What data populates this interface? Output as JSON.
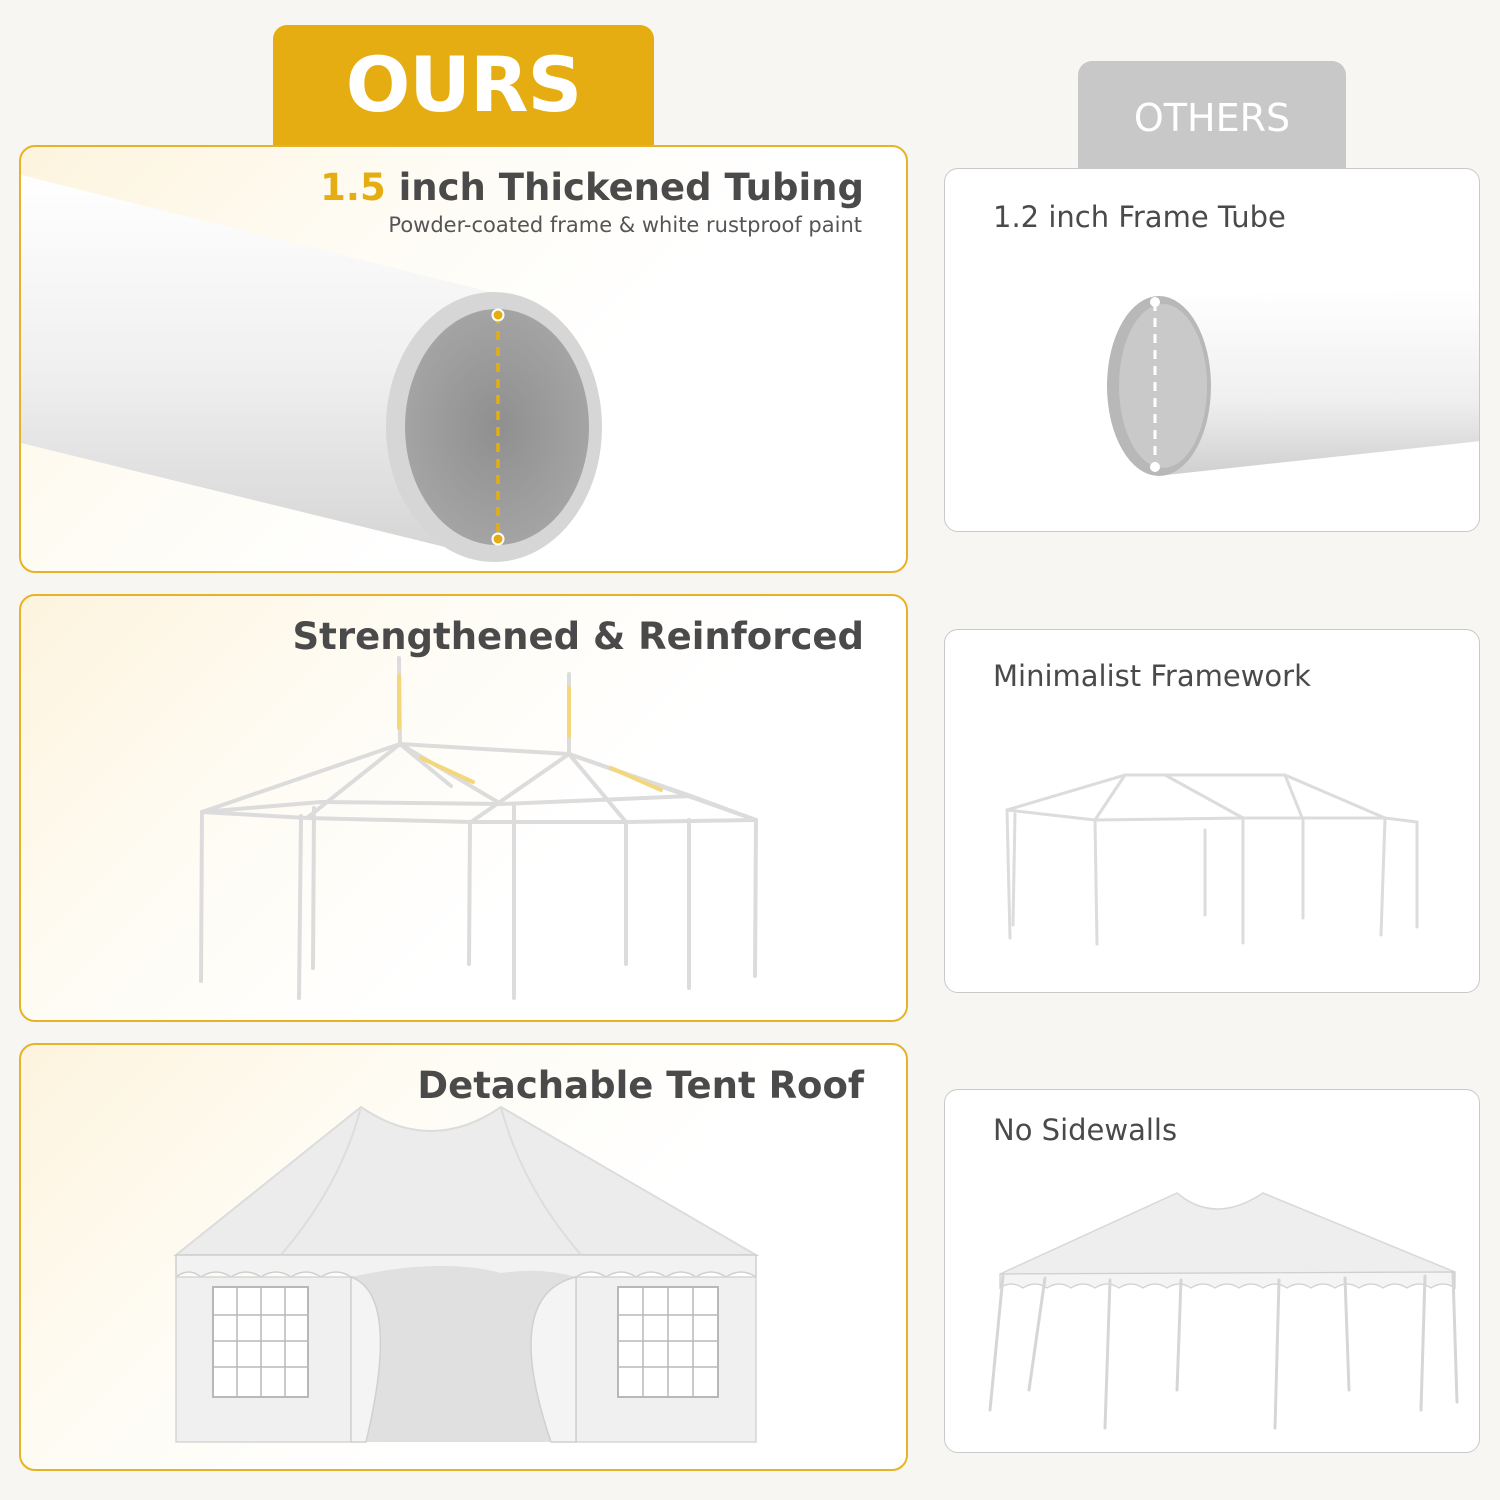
{
  "tabs": {
    "ours": "OURS",
    "others": "OTHERS"
  },
  "ours": [
    {
      "title_accent": "1.5",
      "title": " inch Thickened Tubing",
      "subtitle": "Powder-coated frame & white rustproof paint"
    },
    {
      "title": "Strengthened & Reinforced"
    },
    {
      "title": "Detachable Tent Roof"
    }
  ],
  "others": [
    {
      "title": "1.2 inch Frame Tube"
    },
    {
      "title": "Minimalist Framework"
    },
    {
      "title": "No Sidewalls"
    }
  ],
  "colors": {
    "accent": "#e6ad12",
    "others_tab": "#c8c8c8",
    "text": "#4a4a4a"
  },
  "icons": [
    "tube-illustration",
    "tent-frame-illustration",
    "tent-illustration"
  ]
}
